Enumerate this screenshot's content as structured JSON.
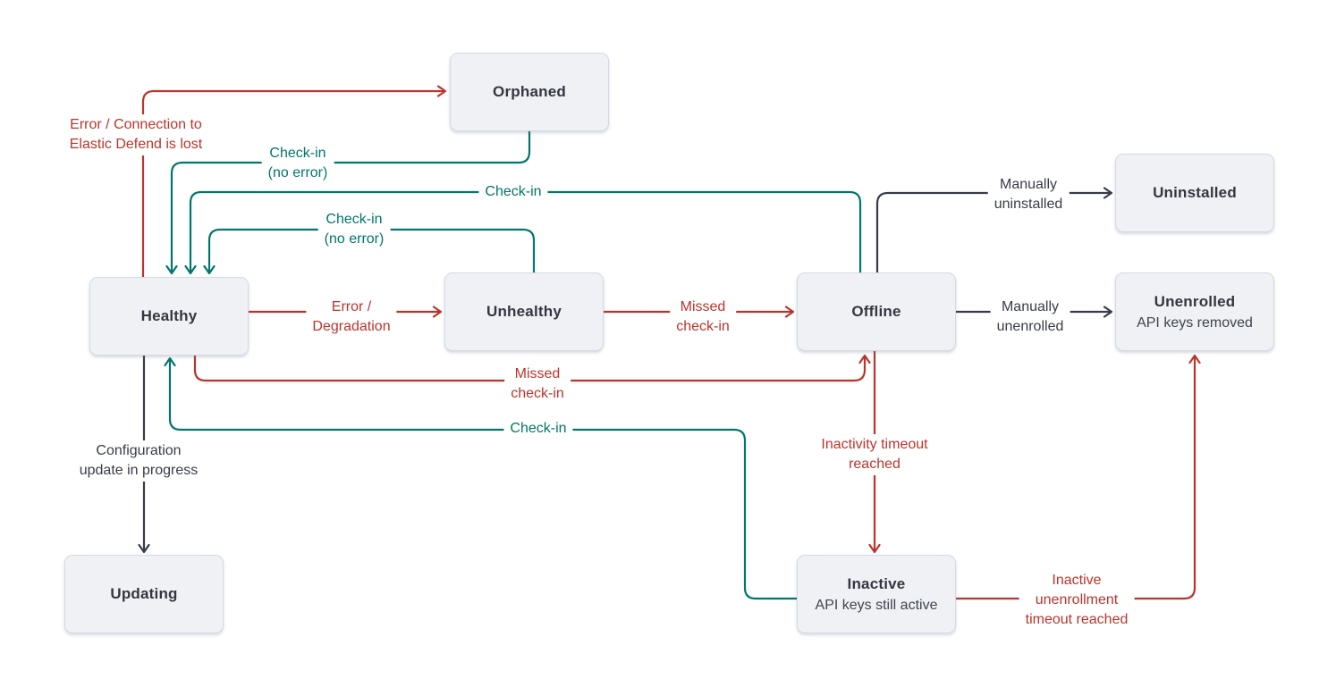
{
  "diagram": {
    "kind": "state-transition-diagram",
    "background": "#ffffff",
    "colors": {
      "error": "#bb342b",
      "success": "#00766c",
      "neutral": "#383c48",
      "node_fill": "#f0f1f4",
      "node_border": "#d3dae6",
      "node_text": "#343741"
    },
    "nodes": [
      {
        "id": "orphaned",
        "label": "Orphaned"
      },
      {
        "id": "uninstalled",
        "label": "Uninstalled"
      },
      {
        "id": "healthy",
        "label": "Healthy"
      },
      {
        "id": "unhealthy",
        "label": "Unhealthy"
      },
      {
        "id": "offline",
        "label": "Offline"
      },
      {
        "id": "unenrolled",
        "label": "Unenrolled",
        "sublabel": "API keys removed"
      },
      {
        "id": "updating",
        "label": "Updating"
      },
      {
        "id": "inactive",
        "label": "Inactive",
        "sublabel": "API keys still active"
      }
    ],
    "edges": [
      {
        "id": "healthy-orphaned",
        "from": "healthy",
        "to": "orphaned",
        "color": "error",
        "label": "Error / Connection to\nElastic Defend is lost"
      },
      {
        "id": "orphaned-healthy",
        "from": "orphaned",
        "to": "healthy",
        "color": "success",
        "label": "Check-in\n(no error)"
      },
      {
        "id": "offline-healthy",
        "from": "offline",
        "to": "healthy",
        "color": "success",
        "label": "Check-in"
      },
      {
        "id": "unhealthy-healthy",
        "from": "unhealthy",
        "to": "healthy",
        "color": "success",
        "label": "Check-in\n(no error)"
      },
      {
        "id": "healthy-unhealthy",
        "from": "healthy",
        "to": "unhealthy",
        "color": "error",
        "label": "Error /\nDegradation"
      },
      {
        "id": "unhealthy-offline",
        "from": "unhealthy",
        "to": "offline",
        "color": "error",
        "label": "Missed\ncheck-in"
      },
      {
        "id": "offline-uninstalled",
        "from": "offline",
        "to": "uninstalled",
        "color": "neutral",
        "label": "Manually\nuninstalled"
      },
      {
        "id": "offline-unenrolled",
        "from": "offline",
        "to": "unenrolled",
        "color": "neutral",
        "label": "Manually\nunenrolled"
      },
      {
        "id": "healthy-offline",
        "from": "healthy",
        "to": "offline",
        "color": "error",
        "label": "Missed\ncheck-in"
      },
      {
        "id": "inactive-healthy",
        "from": "inactive",
        "to": "healthy",
        "color": "success",
        "label": "Check-in"
      },
      {
        "id": "healthy-updating",
        "from": "healthy",
        "to": "updating",
        "color": "neutral",
        "label": "Configuration\nupdate in progress"
      },
      {
        "id": "offline-inactive",
        "from": "offline",
        "to": "inactive",
        "color": "error",
        "label": "Inactivity timeout\nreached"
      },
      {
        "id": "inactive-unenrolled",
        "from": "inactive",
        "to": "unenrolled",
        "color": "error",
        "label": "Inactive\nunenrollment\ntimeout reached"
      }
    ]
  }
}
